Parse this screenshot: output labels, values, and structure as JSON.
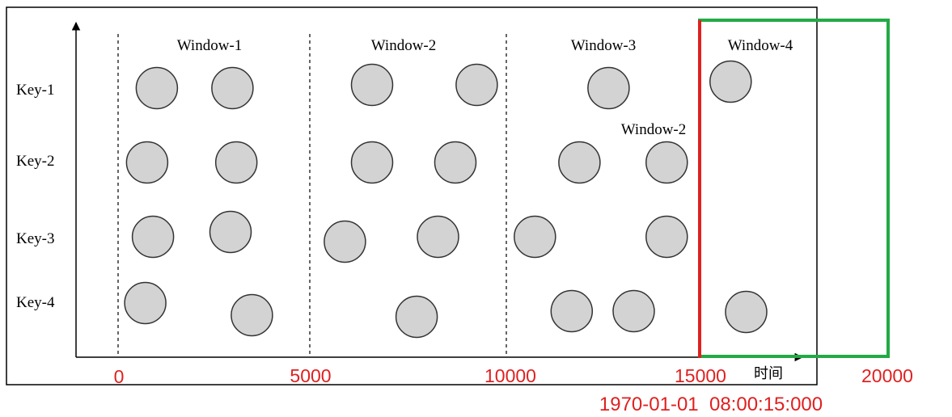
{
  "diagram": {
    "window_labels": [
      "Window-1",
      "Window-2",
      "Window-3",
      "Window-4"
    ],
    "extra_window_label": "Window-2",
    "row_labels": [
      "Key-1",
      "Key-2",
      "Key-3",
      "Key-4"
    ],
    "x_axis_label": "时间",
    "tick_values": [
      "0",
      "5000",
      "10000",
      "15000",
      "20000"
    ],
    "timestamp_caption": "1970-01-01  08:00:15:000",
    "colors": {
      "event_fill": "#d3d3d3",
      "event_stroke": "#333333",
      "highlight_line": "#e02020",
      "highlight_box": "#22aa44",
      "tick_text": "#e02020",
      "frame": "#000000"
    },
    "events": [
      {
        "key": "Key-1",
        "time": 1000
      },
      {
        "key": "Key-1",
        "time": 2950
      },
      {
        "key": "Key-1",
        "time": 6550
      },
      {
        "key": "Key-1",
        "time": 9250
      },
      {
        "key": "Key-1",
        "time": 12650
      },
      {
        "key": "Key-1",
        "time": 15800
      },
      {
        "key": "Key-2",
        "time": 750
      },
      {
        "key": "Key-2",
        "time": 3050
      },
      {
        "key": "Key-2",
        "time": 6550
      },
      {
        "key": "Key-2",
        "time": 8700
      },
      {
        "key": "Key-2",
        "time": 11900
      },
      {
        "key": "Key-2",
        "time": 14150
      },
      {
        "key": "Key-3",
        "time": 900
      },
      {
        "key": "Key-3",
        "time": 2900
      },
      {
        "key": "Key-3",
        "time": 5850
      },
      {
        "key": "Key-3",
        "time": 8250
      },
      {
        "key": "Key-3",
        "time": 10750
      },
      {
        "key": "Key-3",
        "time": 14150
      },
      {
        "key": "Key-4",
        "time": 700
      },
      {
        "key": "Key-4",
        "time": 3450
      },
      {
        "key": "Key-4",
        "time": 7700
      },
      {
        "key": "Key-4",
        "time": 11700
      },
      {
        "key": "Key-4",
        "time": 13300
      },
      {
        "key": "Key-4",
        "time": 16200
      }
    ]
  }
}
